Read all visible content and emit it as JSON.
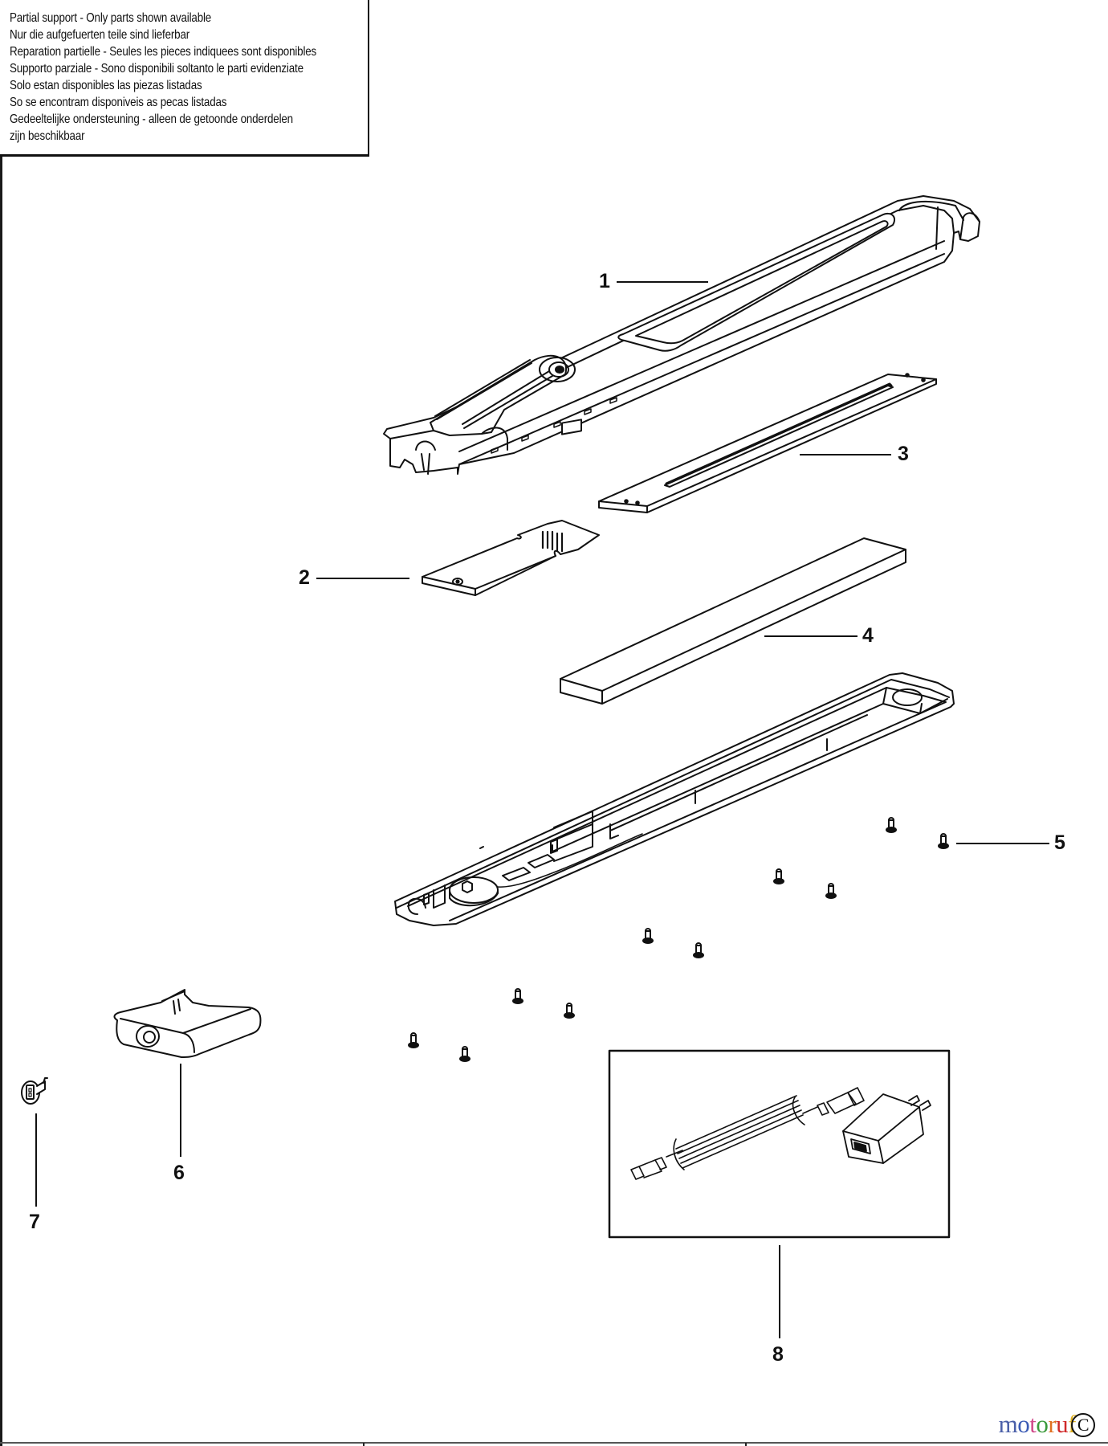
{
  "notice": {
    "lines": [
      "Partial support - Only parts shown available",
      "Nur die aufgefuerten teile sind lieferbar",
      "Reparation partielle - Seules les pieces indiquees sont disponibles",
      "Supporto parziale - Sono disponibili soltanto le parti evidenziate",
      "Solo estan disponibles las piezas listadas",
      "So se encontram disponiveis as pecas listadas",
      "Gedeeltelijke ondersteuning - alleen de getoonde onderdelen",
      "zijn beschikbaar"
    ]
  },
  "callouts": [
    {
      "number": "1",
      "part": "top-housing"
    },
    {
      "number": "2",
      "part": "circuit-board"
    },
    {
      "number": "3",
      "part": "led-strip-plate"
    },
    {
      "number": "4",
      "part": "battery-bar"
    },
    {
      "number": "5",
      "part": "screws"
    },
    {
      "number": "6",
      "part": "end-cap-clip"
    },
    {
      "number": "7",
      "part": "switch-connector"
    },
    {
      "number": "8",
      "part": "usb-cable-and-charger-kit"
    }
  ],
  "watermark": {
    "letters": [
      "m",
      "o",
      "t",
      "o",
      "r",
      "u",
      "f"
    ],
    "colors": [
      "#4a5fa8",
      "#3b5bb5",
      "#d04a8a",
      "#3a9a3a",
      "#e07020",
      "#d02a2a",
      "#e0b020"
    ],
    "copyright": "C"
  }
}
